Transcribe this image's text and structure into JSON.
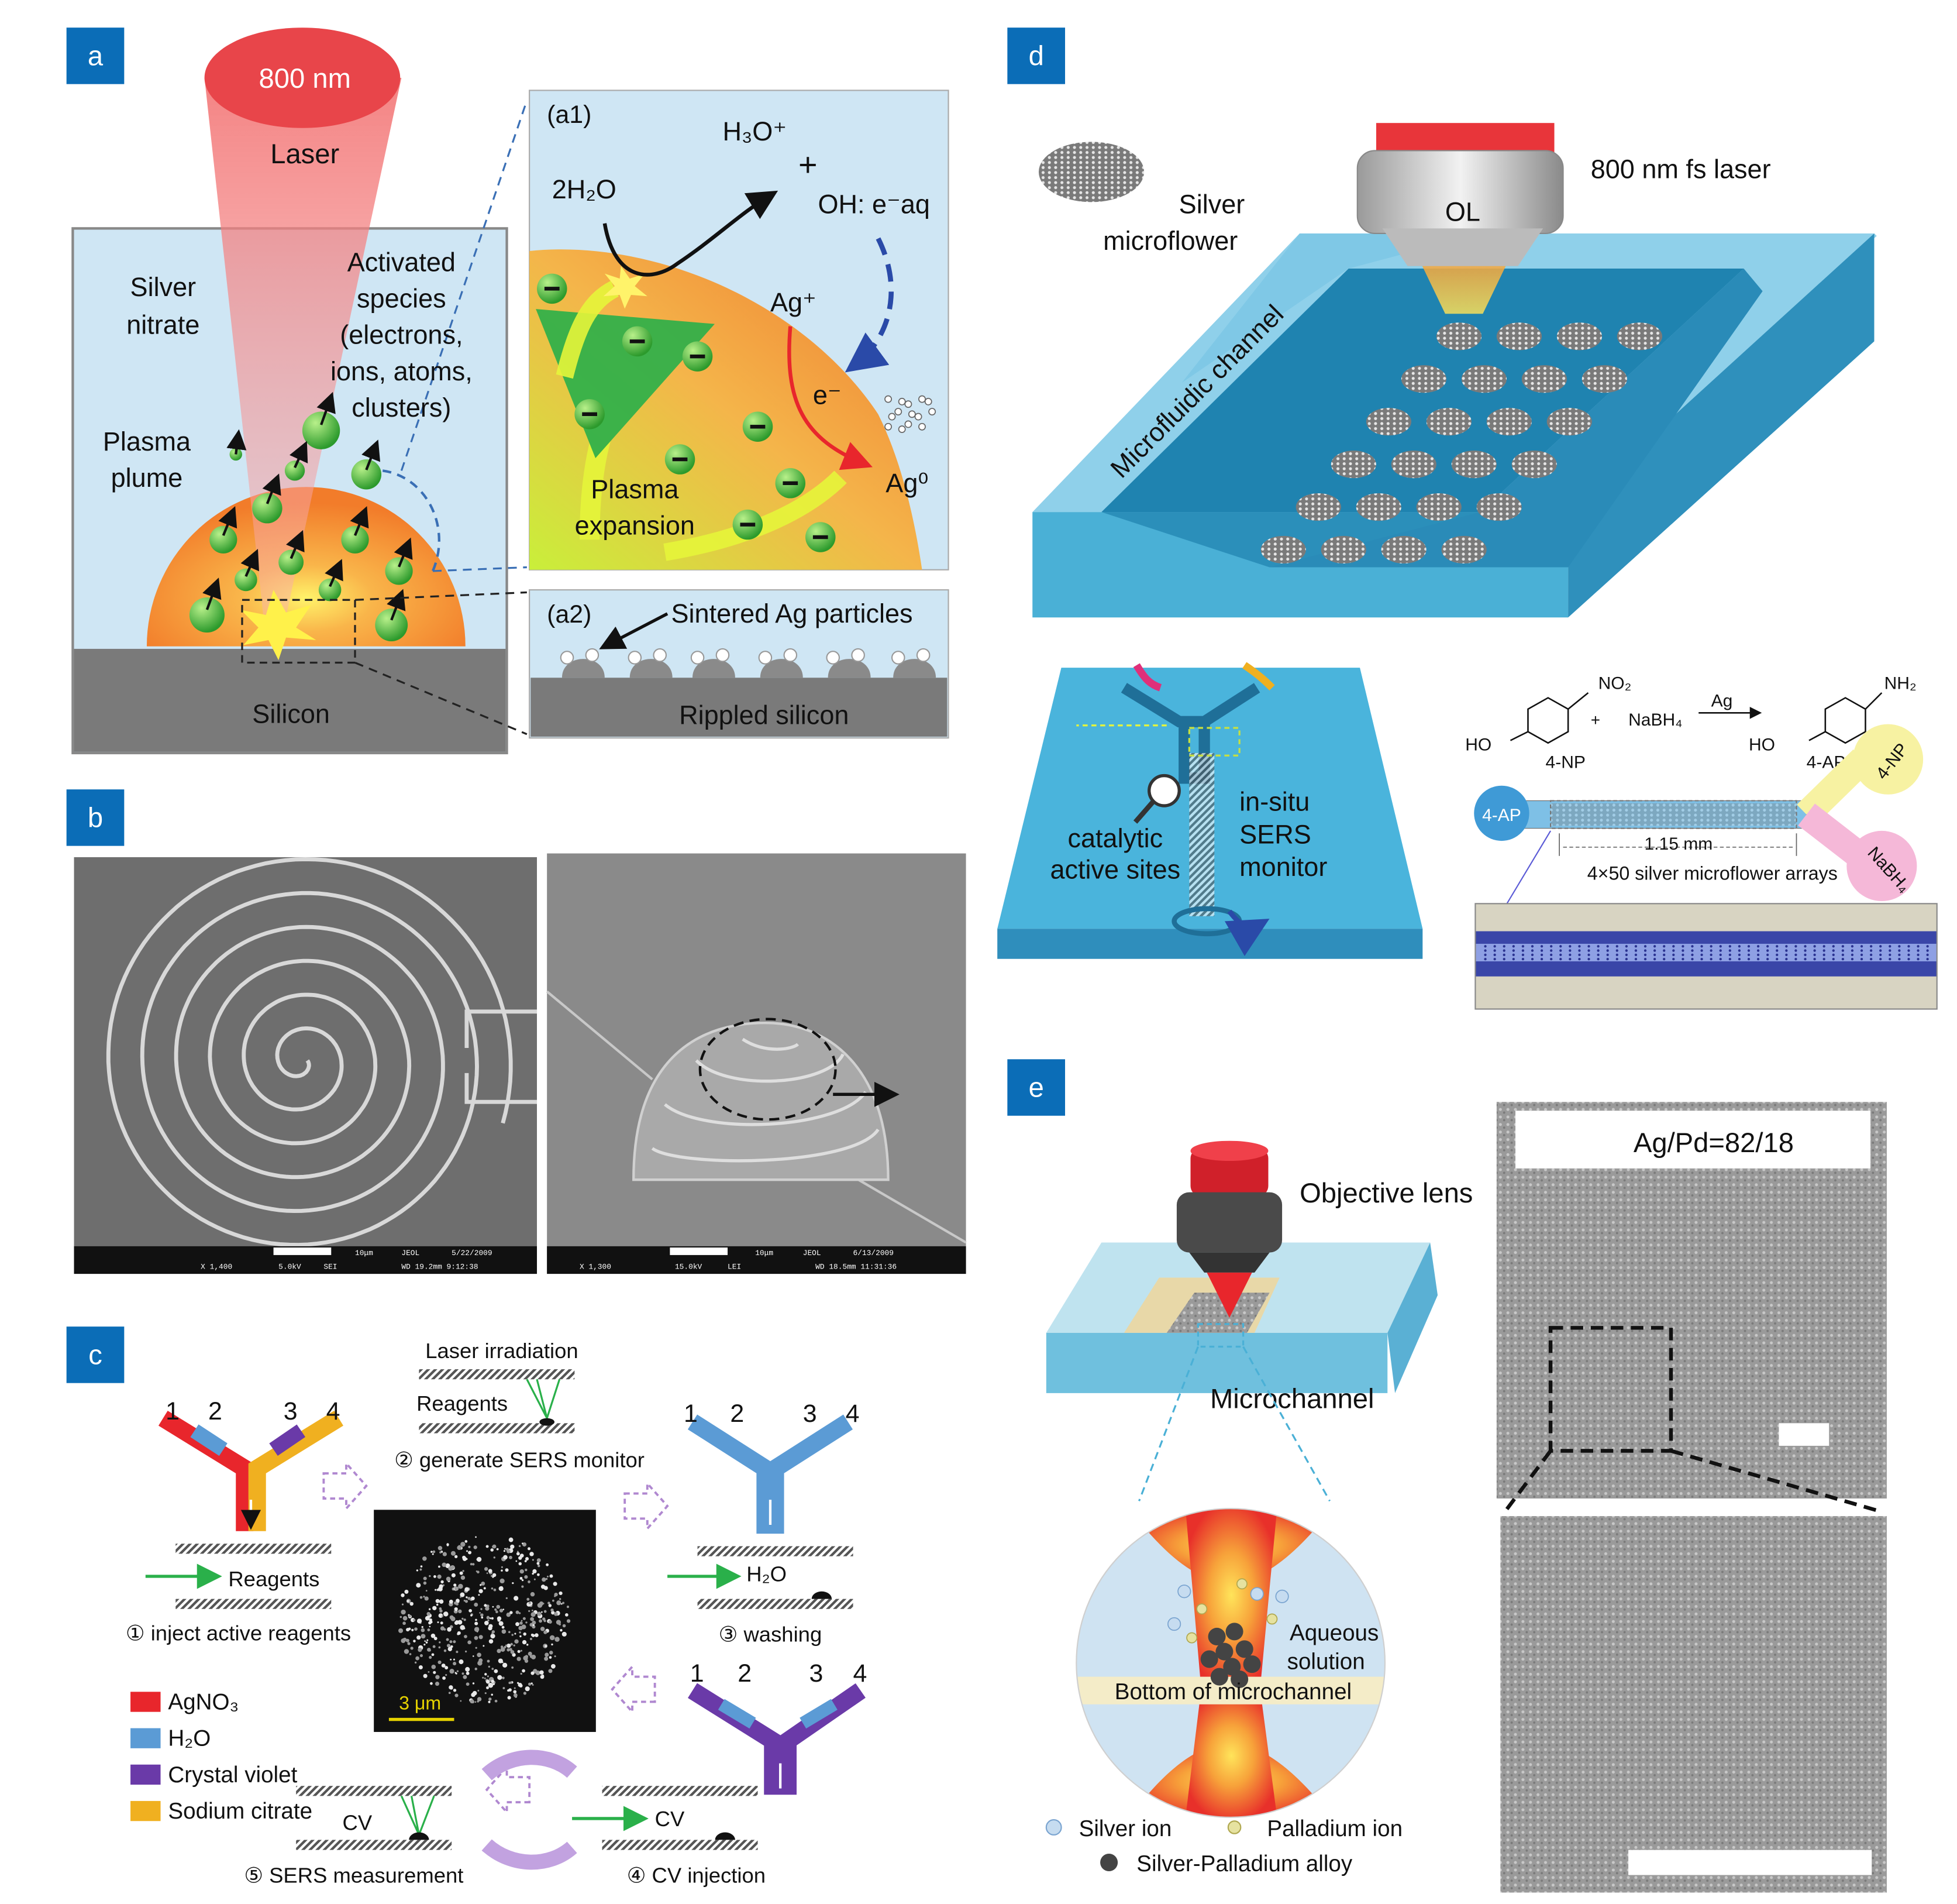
{
  "panels": {
    "a": {
      "badge": "a",
      "laser_wavelength": "800 nm",
      "laser_label": "Laser",
      "solution_label": [
        "Silver",
        "nitrate"
      ],
      "activated_label": [
        "Activated",
        "species",
        "(electrons,",
        "ions, atoms,",
        "clusters)"
      ],
      "plume_label": [
        "Plasma",
        "plume"
      ],
      "substrate_label": "Silicon",
      "a1": {
        "label": "(a1)",
        "water": "2H₂O",
        "hydronium": "H₃O⁺",
        "plus": "+",
        "hydroxyl": "OH: e⁻aq",
        "silver_ion": "Ag⁺",
        "electron": "e⁻",
        "silver_atom": "Ag⁰",
        "expansion": [
          "Plasma",
          "expansion"
        ]
      },
      "a2": {
        "label": "(a2)",
        "particles": "Sintered Ag particles",
        "substrate": "Rippled silicon"
      }
    },
    "b": {
      "badge": "b",
      "sem_left": {
        "scale": "10μm",
        "mag": "X 1,400",
        "kv": "5.0kV",
        "mode": "SEI",
        "info": "JEOL",
        "date": "5/22/2009",
        "wd": "WD 19.2mm 9:12:38"
      },
      "sem_right": {
        "scale": "10μm",
        "mag": "X 1,300",
        "kv": "15.0kV",
        "mode": "LEI",
        "info": "JEOL",
        "date": "6/13/2009",
        "wd": "WD 18.5mm 11:31:36"
      }
    },
    "c": {
      "badge": "c",
      "inlet_numbers": [
        "1",
        "2",
        "3",
        "4"
      ],
      "laser": "Laser irradiation",
      "reagents": "Reagents",
      "h2o": "H₂O",
      "cv": "CV",
      "scale": "3 μm",
      "steps": [
        "① inject active reagents",
        "② generate SERS monitor",
        "③ washing",
        "④ CV injection",
        "⑤ SERS measurement"
      ],
      "legend": [
        {
          "label": "AgNO₃",
          "color": "#e8262c"
        },
        {
          "label": "H₂O",
          "color": "#5b9bd5"
        },
        {
          "label": "Crystal violet",
          "color": "#6a3aa8"
        },
        {
          "label": "Sodium citrate",
          "color": "#f0b020"
        }
      ]
    },
    "d": {
      "badge": "d",
      "laser": "800 nm fs laser",
      "objective": "OL",
      "flower": [
        "Silver",
        "microflower"
      ],
      "channel": "Microfluidic channel",
      "catalytic": [
        "catalytic",
        "active sites"
      ],
      "insitu": [
        "in-situ",
        "SERS",
        "monitor"
      ],
      "chem": {
        "nitro": "NO₂",
        "amino": "NH₂",
        "ho1": "HO",
        "ho2": "HO",
        "np": "4-NP",
        "ap": "4-AP",
        "plus": "+",
        "reagent": "NaBH₄",
        "catalyst": "Ag"
      },
      "inlets": {
        "left": "4-AP",
        "top": "4-NP",
        "bottom": "NaBH₄"
      },
      "length": "1.15 mm",
      "array": "4×50 silver microflower arrays"
    },
    "e": {
      "badge": "e",
      "objective": "Objective lens",
      "channel": "Microchannel",
      "solution": [
        "Aqueous",
        "solution"
      ],
      "bottom": "Bottom of microchannel",
      "ratio": "Ag/Pd=82/18",
      "legend": [
        "Silver ion",
        "Palladium ion",
        "Silver-Palladium alloy"
      ]
    }
  },
  "colors": {
    "badge": "#0b6db7",
    "water_bg": "#cfe6f4",
    "plume": "#f39a3c",
    "channel": "#5bb8d8",
    "laser": "#e8454a"
  }
}
